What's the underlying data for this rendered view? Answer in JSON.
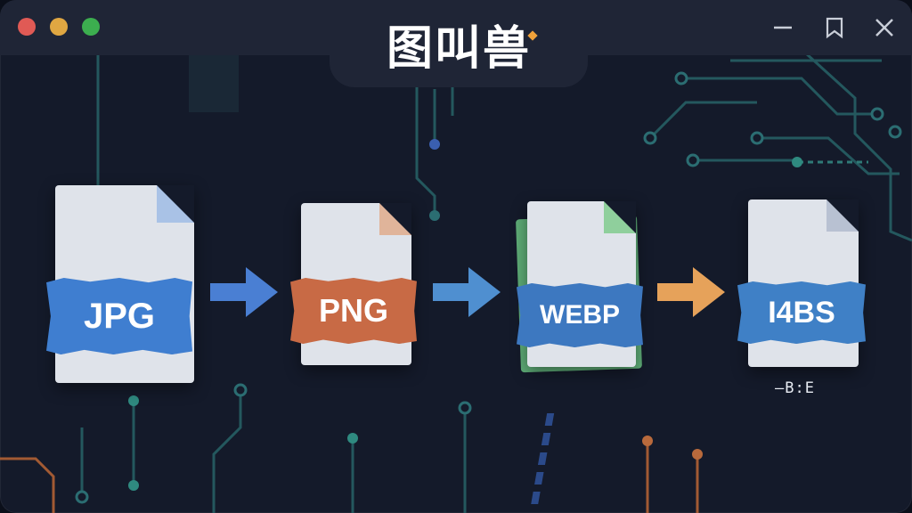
{
  "window": {
    "title": "图叫兽",
    "controls": {
      "minimize_icon": "minimize-icon",
      "restore_icon": "restore-icon",
      "close_icon": "close-icon"
    }
  },
  "workflow": {
    "formats": [
      {
        "label": "JPG",
        "color": "#3f7ed0",
        "icon": "file-icon"
      },
      {
        "label": "PNG",
        "color": "#c86a45",
        "icon": "file-icon"
      },
      {
        "label": "WEBP",
        "color": "#3d78c0",
        "icon": "file-icon"
      },
      {
        "label": "I4BS",
        "color": "#3f80c6",
        "icon": "file-icon"
      }
    ],
    "arrows": [
      {
        "icon": "arrow-right-icon",
        "color": "#4a7fd3"
      },
      {
        "icon": "arrow-right-icon",
        "color": "#4f8fd0"
      },
      {
        "icon": "arrow-right-icon",
        "color": "#e6a25a"
      }
    ],
    "caption": "–B:E"
  },
  "colors": {
    "background": "#141a2a",
    "titlebar": "#1f2536",
    "circuit_teal": "#2b6d72",
    "circuit_orange": "#b96a3c"
  }
}
